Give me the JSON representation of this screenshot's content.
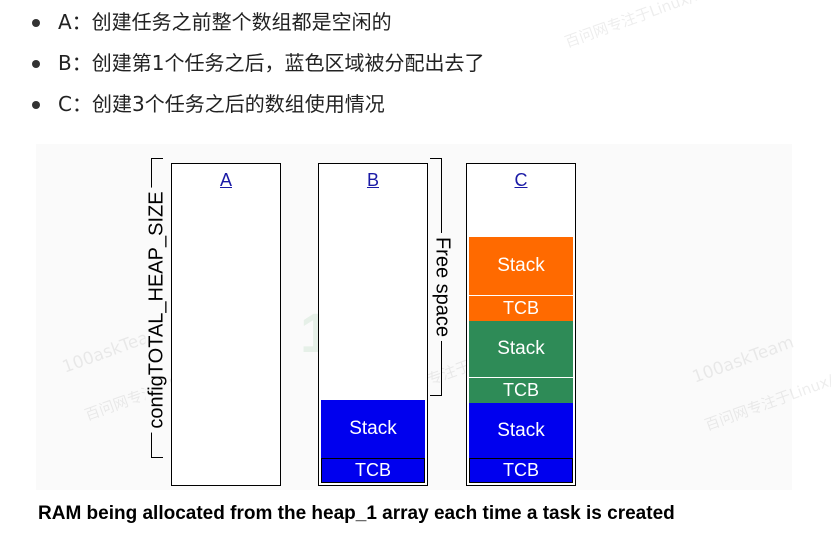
{
  "bullets": [
    {
      "text": "A：创建任务之前整个数组都是空闲的"
    },
    {
      "text": "B：创建第1个任务之后，蓝色区域被分配出去了"
    },
    {
      "text": "C：创建3个任务之后的数组使用情况"
    }
  ],
  "figure": {
    "heap_label": "configTOTAL_HEAP_SIZE",
    "free_label": "Free space",
    "columns": [
      {
        "label": "A",
        "blocks": []
      },
      {
        "label": "B",
        "blocks": [
          {
            "name": "Stack",
            "color": "#0000ee"
          },
          {
            "name": "TCB",
            "color": "#0000ee"
          }
        ]
      },
      {
        "label": "C",
        "blocks": [
          {
            "name": "Stack",
            "color": "#ff6a00"
          },
          {
            "name": "TCB",
            "color": "#ff6a00"
          },
          {
            "name": "Stack",
            "color": "#2e8b57"
          },
          {
            "name": "TCB",
            "color": "#2e8b57"
          },
          {
            "name": "Stack",
            "color": "#0000ee"
          },
          {
            "name": "TCB",
            "color": "#0000ee"
          }
        ]
      }
    ],
    "caption": "RAM being allocated from the heap_1 array each time a task is created"
  },
  "watermark": {
    "brand": "100askTeam",
    "text_cn": "百问网专注于Linux/RTOS",
    "logo": "100"
  }
}
